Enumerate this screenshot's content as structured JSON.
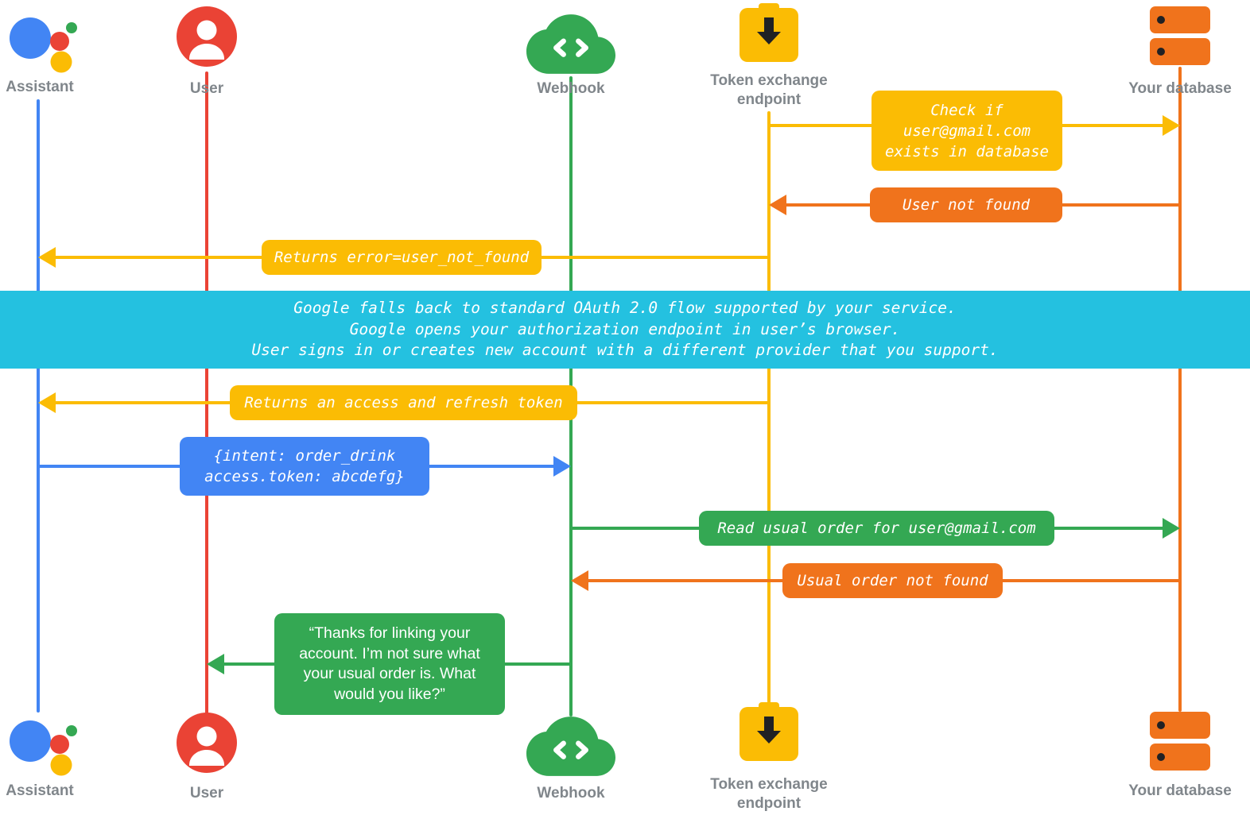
{
  "title": "Account linking fallback OAuth sequence diagram",
  "actors": [
    {
      "id": "assistant",
      "label": "Assistant",
      "color": "#4285F4"
    },
    {
      "id": "user",
      "label": "User",
      "color": "#EA4335"
    },
    {
      "id": "webhook",
      "label": "Webhook",
      "color": "#34A853"
    },
    {
      "id": "token-exchange-endpoint",
      "label": "Token exchange\nendpoint",
      "color": "#FBBC04"
    },
    {
      "id": "your-database",
      "label": "Your database",
      "color": "#F0731C"
    }
  ],
  "messages": [
    {
      "from": "token-exchange-endpoint",
      "to": "your-database",
      "color": "#FBBC04",
      "label": "Check if\nuser@gmail.com\nexists in database"
    },
    {
      "from": "your-database",
      "to": "token-exchange-endpoint",
      "color": "#F0731C",
      "label": "User not found"
    },
    {
      "from": "token-exchange-endpoint",
      "to": "assistant",
      "color": "#FBBC04",
      "label": "Returns error=user_not_found"
    },
    {
      "from": "token-exchange-endpoint",
      "to": "assistant",
      "color": "#FBBC04",
      "label": "Returns an access and refresh token"
    },
    {
      "from": "assistant",
      "to": "webhook",
      "color": "#4285F4",
      "label": "{intent: order_drink\naccess.token: abcdefg}"
    },
    {
      "from": "webhook",
      "to": "your-database",
      "color": "#34A853",
      "label": "Read usual order for user@gmail.com"
    },
    {
      "from": "your-database",
      "to": "webhook",
      "color": "#F0731C",
      "label": "Usual order not found"
    },
    {
      "from": "webhook",
      "to": "user",
      "color": "#34A853",
      "label": "“Thanks for linking your account. I’m not sure what your usual order is. What would you like?”"
    }
  ],
  "banner": {
    "color": "#24C1E0",
    "text": "Google falls back to standard OAuth 2.0 flow supported by your service.\nGoogle opens your authorization endpoint in user’s browser.\nUser signs in or creates new account with a different provider that you support."
  },
  "colors": {
    "blue": "#4285F4",
    "red": "#EA4335",
    "green": "#34A853",
    "yellow": "#FBBC04",
    "orange": "#F0731C",
    "cyan": "#24C1E0",
    "label_gray": "#80868B",
    "icon_dark": "#202124"
  }
}
